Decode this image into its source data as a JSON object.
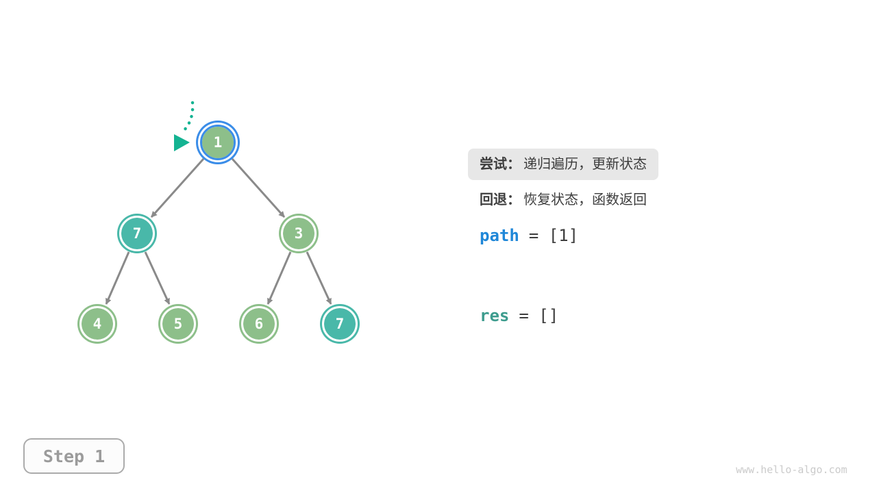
{
  "figure": {
    "step_label": "Step 1",
    "watermark": "www.hello-algo.com"
  },
  "tree": {
    "nodes": [
      {
        "label": "1",
        "state": "current"
      },
      {
        "label": "7",
        "state": "visited"
      },
      {
        "label": "3",
        "state": "default"
      },
      {
        "label": "4",
        "state": "default"
      },
      {
        "label": "5",
        "state": "default"
      },
      {
        "label": "6",
        "state": "default"
      },
      {
        "label": "7",
        "state": "visited"
      }
    ],
    "edges": [
      [
        0,
        1
      ],
      [
        0,
        2
      ],
      [
        1,
        3
      ],
      [
        1,
        4
      ],
      [
        2,
        5
      ],
      [
        2,
        6
      ]
    ]
  },
  "panel": {
    "try": {
      "label": "尝试：",
      "text": "递归遍历，更新状态"
    },
    "backtrack": {
      "label": "回退：",
      "text": "恢复状态，函数返回"
    },
    "path": {
      "var": "path",
      "value": "= [1]"
    },
    "res": {
      "var": "res",
      "value": "= []"
    }
  },
  "colors": {
    "node_green": "#8dbf8a",
    "node_teal": "#49b8a9",
    "current_ring_blue": "#3b8de8",
    "edge_gray": "#8a8a8a",
    "arrow_teal": "#14b392",
    "highlight_bg": "#e7e7e7",
    "text_dark": "#3d3d3d",
    "path_blue": "#1f87d8",
    "res_teal": "#3d9c8e",
    "step_gray": "#9b9b9b",
    "watermark_gray": "#cbcbcb"
  }
}
